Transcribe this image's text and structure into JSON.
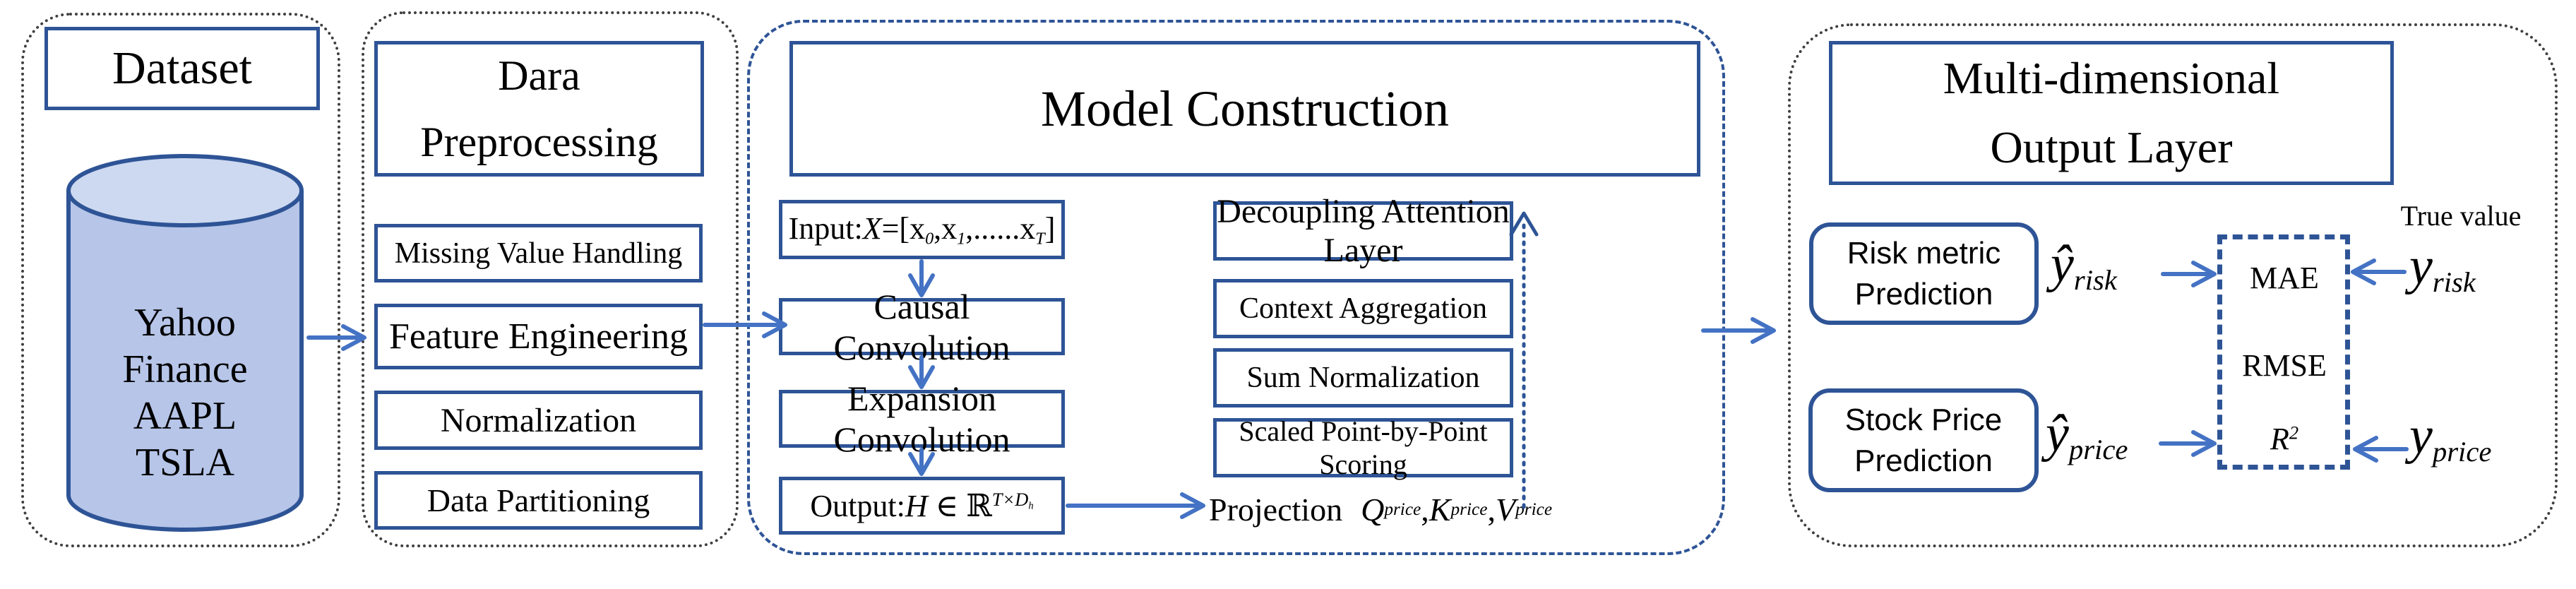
{
  "colors": {
    "box_border": "#2e5496",
    "arrow": "#4472c4",
    "dashed_border": "#2e5496",
    "dotted_border": "#3f3f3f",
    "cylinder_fill": "#b6c5e8",
    "cylinder_top_fill": "#cdd9f0"
  },
  "dataset": {
    "title": "Dataset",
    "db_lines": [
      "Yahoo",
      "Finance",
      "AAPL",
      "TSLA"
    ]
  },
  "preprocessing": {
    "title_lines": [
      "Dara",
      "Preprocessing"
    ],
    "steps": [
      "Missing Value Handling",
      "Feature Engineering",
      "Normalization",
      "Data Partitioning"
    ]
  },
  "model": {
    "title": "Model Construction",
    "input": {
      "label": "Input:",
      "var": "X",
      "eq": "=[x",
      "sub0": "0",
      "comma1": ",x",
      "sub1": "1",
      "dots": ",......x",
      "subT": "T",
      "close": "]"
    },
    "causal": "Causal Convolution",
    "expansion": "Expansion Convolution",
    "output": {
      "label": "Output:",
      "var": "H",
      "membership": " ∈ ℝ",
      "sup_main": "T×D",
      "sup_sub": "h"
    },
    "projection": {
      "label": "Projection",
      "q": "Q",
      "q_sub": "price",
      "sep1": ", ",
      "k": "K",
      "k_sub": "price",
      "sep2": ", ",
      "v": "V",
      "v_sub": "price"
    },
    "attention_steps": [
      "Decoupling Attention Layer",
      "Context Aggregation",
      "Sum Normalization",
      "Scaled Point-by-Point Scoring"
    ]
  },
  "output_layer": {
    "title_lines": [
      "Multi-dimensional",
      "Output Layer"
    ],
    "true_value_label": "True value",
    "risk_box_lines": [
      "Risk metric",
      "Prediction"
    ],
    "stock_box_lines": [
      "Stock Price",
      "Prediction"
    ],
    "yhat_risk": {
      "base": "ŷ",
      "sub": "risk"
    },
    "y_risk": {
      "base": "y",
      "sub": "risk"
    },
    "yhat_price": {
      "base": "ŷ",
      "sub": "price"
    },
    "y_price": {
      "base": "y",
      "sub": "price"
    },
    "metric_mae": "MAE",
    "metric_rmse": "RMSE",
    "metric_r2": {
      "base": "R",
      "sup": "2"
    }
  }
}
